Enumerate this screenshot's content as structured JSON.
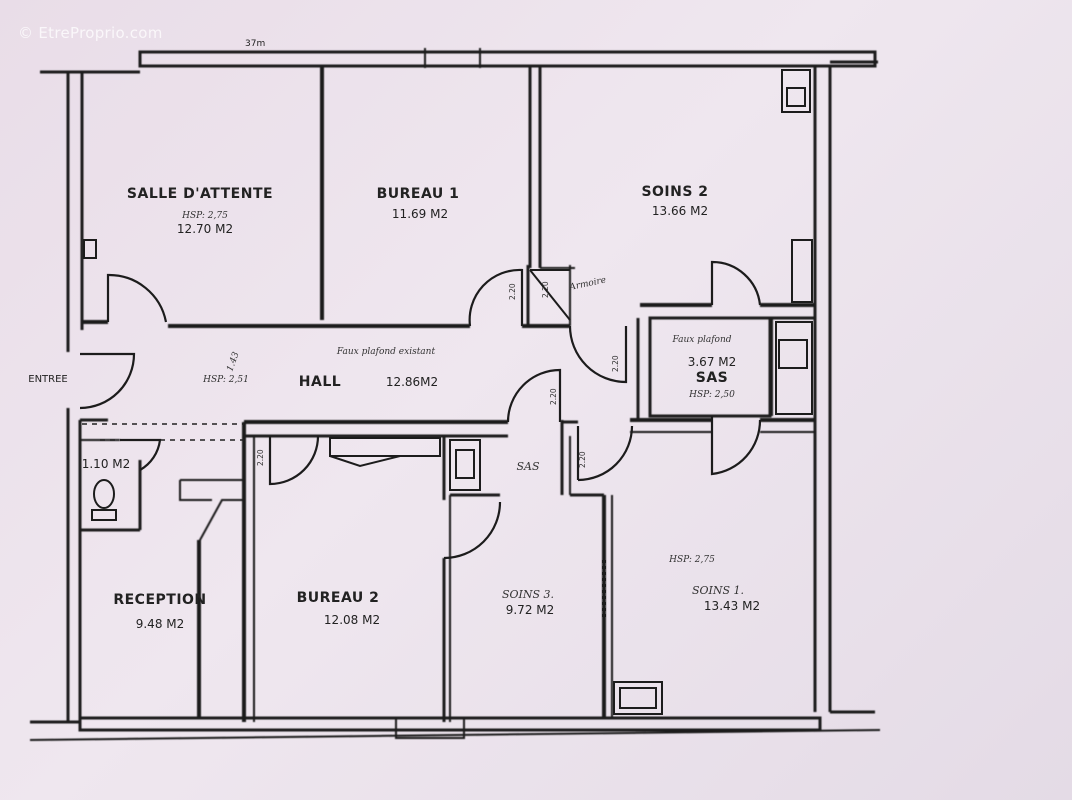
{
  "watermark": "© EtreProprio.com",
  "top_scribble": "37m",
  "rooms": {
    "salle_attente": {
      "name": "SALLE D'ATTENTE",
      "hsp": "HSP: 2,75",
      "area": "12.70 M2"
    },
    "bureau1": {
      "name": "BUREAU 1",
      "area": "11.69 M2"
    },
    "soins2": {
      "name": "SOINS 2",
      "area": "13.66 M2"
    },
    "hall": {
      "name": "HALL",
      "area": "12.86M2",
      "hsp": "HSP: 2,51",
      "note": "Faux plafond existant"
    },
    "sas_right": {
      "name": "SAS",
      "area": "3.67 M2",
      "hsp": "HSP: 2,50",
      "note": "Faux plafond"
    },
    "wc": {
      "area": "1.10 M2"
    },
    "reception": {
      "name": "RECEPTION",
      "area": "9.48 M2"
    },
    "bureau2": {
      "name": "BUREAU 2",
      "area": "12.08 M2"
    },
    "sas_mid": {
      "name": "SAS"
    },
    "soins3": {
      "name": "SOINS 3.",
      "area": "9.72 M2"
    },
    "soins1": {
      "name": "SOINS 1.",
      "area": "13.43 M2",
      "hsp": "HSP: 2,75"
    }
  },
  "entrance": "ENTREE",
  "armoire": "Armoire",
  "hall_dim": "1.43",
  "door_dims": [
    "2.20",
    "2.20",
    "2.20",
    "2.20",
    "2.20",
    "2.20"
  ]
}
